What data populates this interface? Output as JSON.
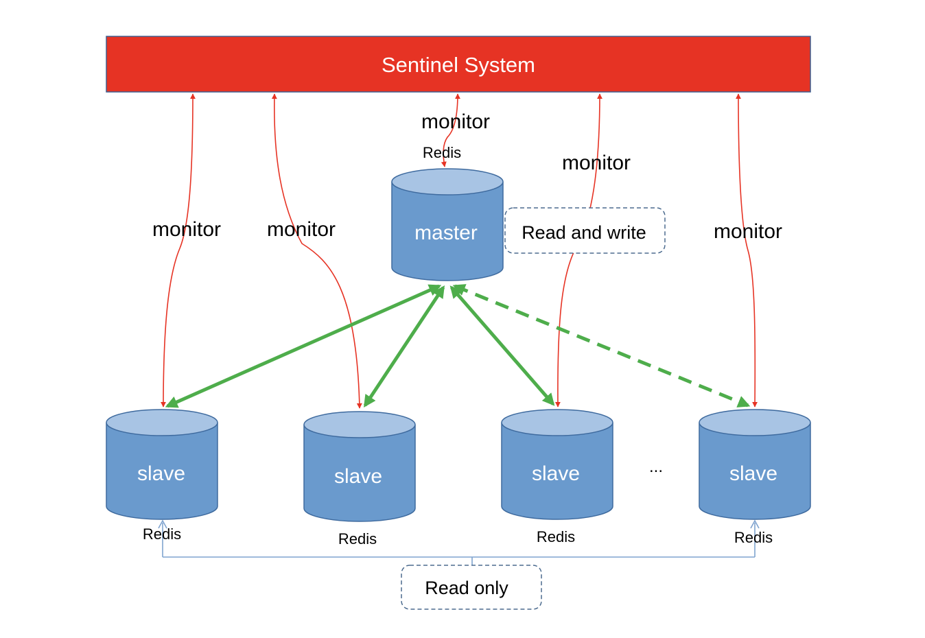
{
  "sentinel": {
    "label": "Sentinel System",
    "color": "#E63324"
  },
  "master": {
    "label": "master",
    "tag": "Redis",
    "note": "Read and write"
  },
  "slaves": [
    {
      "label": "slave",
      "tag": "Redis"
    },
    {
      "label": "slave",
      "tag": "Redis"
    },
    {
      "label": "slave",
      "tag": "Redis"
    },
    {
      "label": "slave",
      "tag": "Redis"
    }
  ],
  "ellipsis": "...",
  "monitor_labels": [
    "monitor",
    "monitor",
    "monitor",
    "monitor",
    "monitor"
  ],
  "read_only_note": "Read only",
  "colors": {
    "db_body": "#6A9ACD",
    "db_top": "#A8C4E4",
    "db_stroke": "#3E6A9E",
    "monitor_arrow": "#E63324",
    "replication_arrow": "#4EAD4B",
    "read_only_line": "#7FA3CF",
    "note_border": "#4B6A8E"
  }
}
